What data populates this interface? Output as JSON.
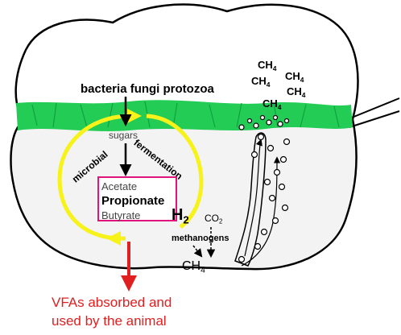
{
  "labels": {
    "microbes": "bacteria fungi protozoa",
    "sugars": "sugars",
    "microbial": "microbial",
    "fermentation": "fermentation",
    "vfas": [
      "Acetate",
      "Propionate",
      "Butyrate"
    ],
    "h2": "H",
    "h2_sub": "2",
    "co2": "CO",
    "co2_sub": "2",
    "methanogens": "methanogens",
    "ch4_base": "CH",
    "ch4_sub": "4",
    "vfa_absorbed_line1": "VFAs absorbed and",
    "vfa_absorbed_line2": "used by the animal"
  },
  "colors": {
    "fibre_mat": "#22cc55",
    "cycle_arrow": "#f7f21a",
    "vfa_box_border": "#e0147a",
    "absorption_arrow": "#e02020",
    "rumen_outline": "#000000",
    "lumen_fill": "#f3f3f3"
  }
}
